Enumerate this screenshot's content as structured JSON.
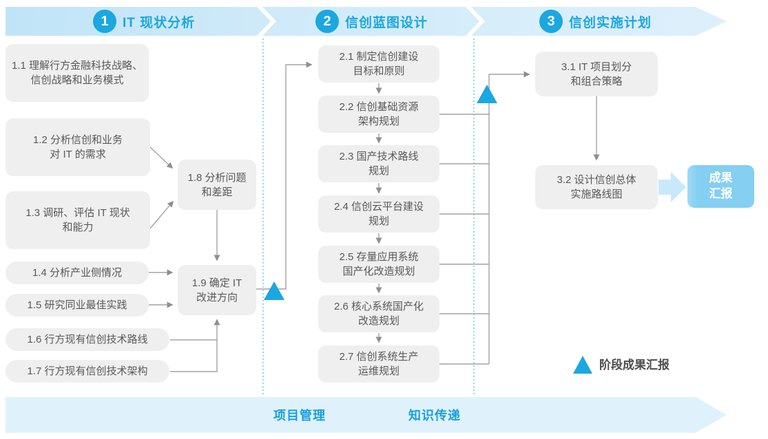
{
  "phases": [
    {
      "number": "1",
      "title": "IT 现状分析"
    },
    {
      "number": "2",
      "title": "信创蓝图设计"
    },
    {
      "number": "3",
      "title": "信创实施计划"
    }
  ],
  "boxes": {
    "b1_1": {
      "text": "1.1 理解行方金融科技战略、\n信创战略和业务模式"
    },
    "b1_2": {
      "text": "1.2 分析信创和业务\n对 IT 的需求"
    },
    "b1_3": {
      "text": "1.3 调研、评估 IT 现状\n和能力"
    },
    "b1_4": {
      "text": "1.4 分析产业侧情况"
    },
    "b1_5": {
      "text": "1.5 研究同业最佳实践"
    },
    "b1_6": {
      "text": "1.6 行方现有信创技术路线"
    },
    "b1_7": {
      "text": "1.7 行方现有信创技术架构"
    },
    "b1_8": {
      "text": "1.8 分析问题\n和差距"
    },
    "b1_9": {
      "text": "1.9 确定 IT\n改进方向"
    },
    "b2_1": {
      "text": "2.1 制定信创建设\n目标和原则"
    },
    "b2_2": {
      "text": "2.2 信创基础资源\n架构规划"
    },
    "b2_3": {
      "text": "2.3 国产技术路线\n规划"
    },
    "b2_4": {
      "text": "2.4 信创云平台建设\n规划"
    },
    "b2_5": {
      "text": "2.5 存量应用系统\n国产化改造规划"
    },
    "b2_6": {
      "text": "2.6 核心系统国产化\n改造规划"
    },
    "b2_7": {
      "text": "2.7 信创系统生产\n运维规划"
    },
    "b3_1": {
      "text": "3.1 IT 项目划分\n和组合策略"
    },
    "b3_2": {
      "text": "3.2 设计信创总体\n实施路线图"
    }
  },
  "result_box": {
    "text": "成果\n汇报"
  },
  "legend": {
    "label": "阶段成果汇报"
  },
  "footer": {
    "left_label": "项目管理",
    "right_label": "知识传递"
  },
  "colors": {
    "accent_blue": "#1ba7e0",
    "header_band_start": "#c0e4f7",
    "header_band_end": "#ddeffb",
    "footer_band": "#dff2fc",
    "footer_text_blue": "#189fe0",
    "step_box_gray": "#efefef",
    "step_box_text": "#58585a",
    "connector_gray": "#a3a3a3",
    "milestone_triangle_blue": "#1ba7e0",
    "result_box_blue": "#84cff2",
    "result_arrow_blue": "#c9e9fb",
    "phase_divider_dotted_blue": "#49bfeb"
  }
}
